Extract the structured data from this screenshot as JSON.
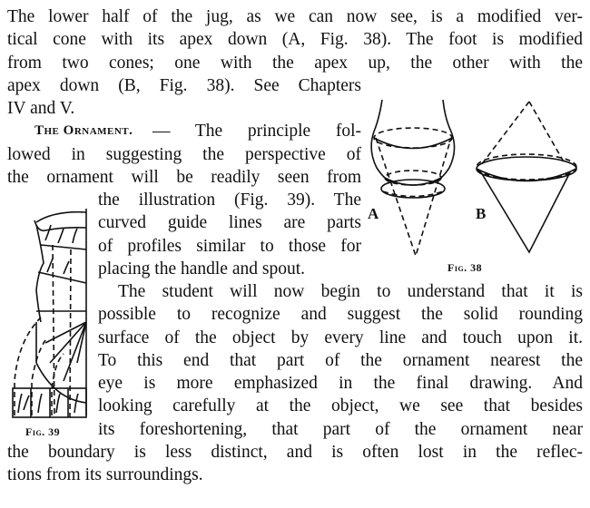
{
  "paragraph1": [
    "The lower half of the jug, as we can now see, is a modified ver-",
    "tical cone with its apex down (A, Fig. 38).  The foot is modified",
    "from two cones; one with the apex up, the other with the",
    "apex down (B, Fig. 38).  See Chapters",
    "IV and V."
  ],
  "section_heading": "The Ornament.",
  "paragraph2": [
    " — The principle fol-",
    "lowed in suggesting the perspective of",
    "the ornament will be readily seen from",
    "the illustration (Fig. 39).  The",
    "curved guide lines are parts",
    "of profiles similar to those for",
    "placing the handle and spout."
  ],
  "paragraph3": [
    "The student will now begin to understand that it is",
    "possible to recognize and suggest the solid rounding",
    "surface of the object by every line and touch upon it.",
    "To this end that part of the ornament nearest the",
    "eye is more emphasized in the final drawing.  And",
    "looking carefully at the object, we see that besides",
    "its foreshortening, that part of the ornament near",
    "the boundary is less distinct, and is often lost in the reflec-",
    "tions from its surroundings."
  ],
  "figures": {
    "fig38": {
      "caption": "Fig. 38",
      "label_a": "A",
      "label_b": "B"
    },
    "fig39": {
      "caption": "Fig. 39"
    }
  }
}
